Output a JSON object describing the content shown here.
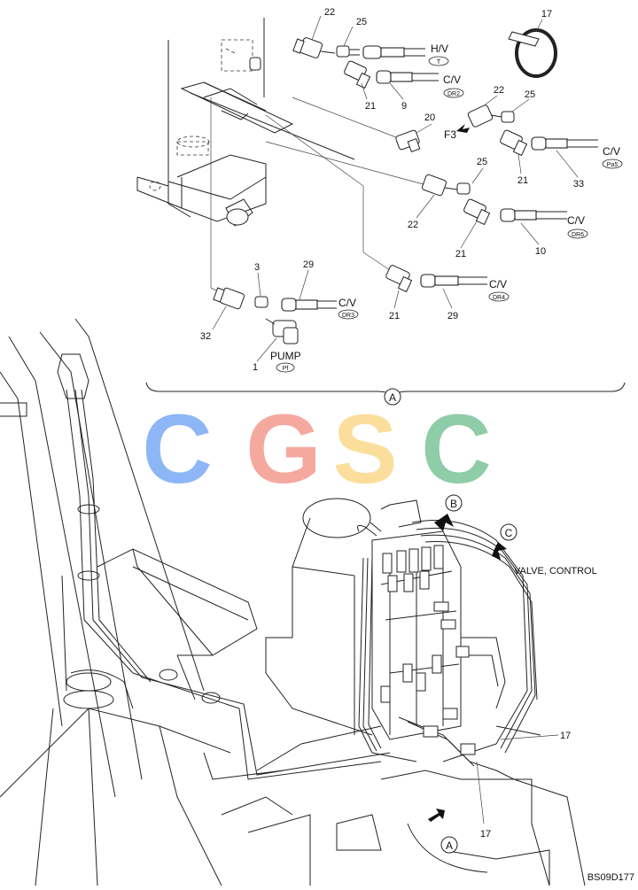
{
  "callouts": {
    "n22a": "22",
    "n25a": "25",
    "n17a": "17",
    "n21a": "21",
    "n9": "9",
    "n20": "20",
    "f3": "F3",
    "n22b": "22",
    "n25b": "25",
    "n21b": "21",
    "n33": "33",
    "n25c": "25",
    "n22c": "22",
    "n21c": "21",
    "n10": "10",
    "n3": "3",
    "n29a": "29",
    "n32": "32",
    "n1": "1",
    "n21d": "21",
    "n29b": "29",
    "n17b": "17",
    "n17c": "17"
  },
  "connections": {
    "hv": "H/V",
    "hv_port": "T",
    "cv_dr2": "C/V",
    "dr2": "DR2",
    "cv_pa5": "C/V",
    "pa5": "Pa5",
    "cv_dr6": "C/V",
    "dr6": "DR6",
    "cv_dr4": "C/V",
    "dr4": "DR4",
    "cv_dr3": "C/V",
    "dr3": "DR3",
    "pump": "PUMP",
    "pump_port": "Pf"
  },
  "views": {
    "a": "A",
    "b": "B",
    "c": "C",
    "a2": "A"
  },
  "labels": {
    "valve": "VALVE, CONTROL",
    "code": "BS09D177"
  },
  "watermark": {
    "letters": [
      "C",
      "G",
      "S",
      "C"
    ],
    "colors": [
      "#7aaaf5",
      "#f49a8e",
      "#fbd98a",
      "#7cc49a"
    ]
  }
}
